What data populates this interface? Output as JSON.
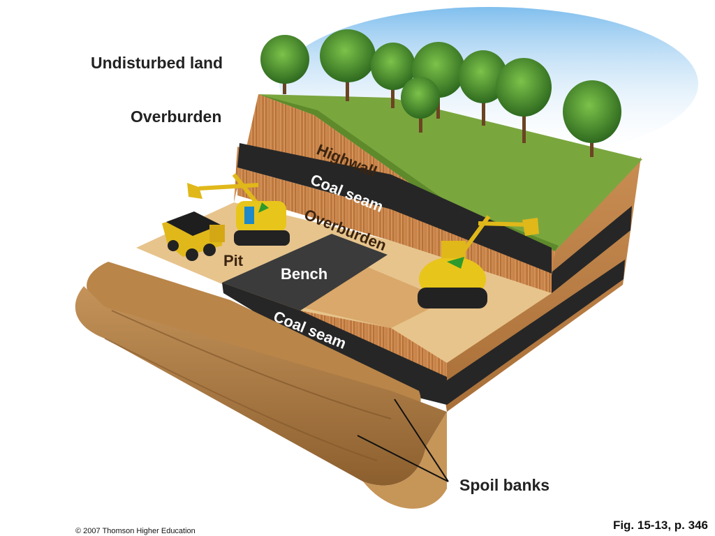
{
  "labels": {
    "undisturbed_land": "Undisturbed land",
    "overburden_top": "Overburden",
    "highwall": "Highwall",
    "coal_seam_upper": "Coal seam",
    "overburden_mid": "Overburden",
    "pit": "Pit",
    "bench": "Bench",
    "coal_seam_lower": "Coal seam",
    "spoil_banks": "Spoil banks"
  },
  "footer": {
    "copyright": "© 2007 Thomson Higher Education",
    "figure_ref": "Fig. 15-13, p. 346"
  },
  "colors": {
    "grass": "#6f9a3a",
    "soil": "#c98a4a",
    "coal": "#262626",
    "bench": "#3a3a3a",
    "pit_floor": "#e6c18a",
    "spoil": "#b8854a",
    "machine": "#e8c51a"
  }
}
